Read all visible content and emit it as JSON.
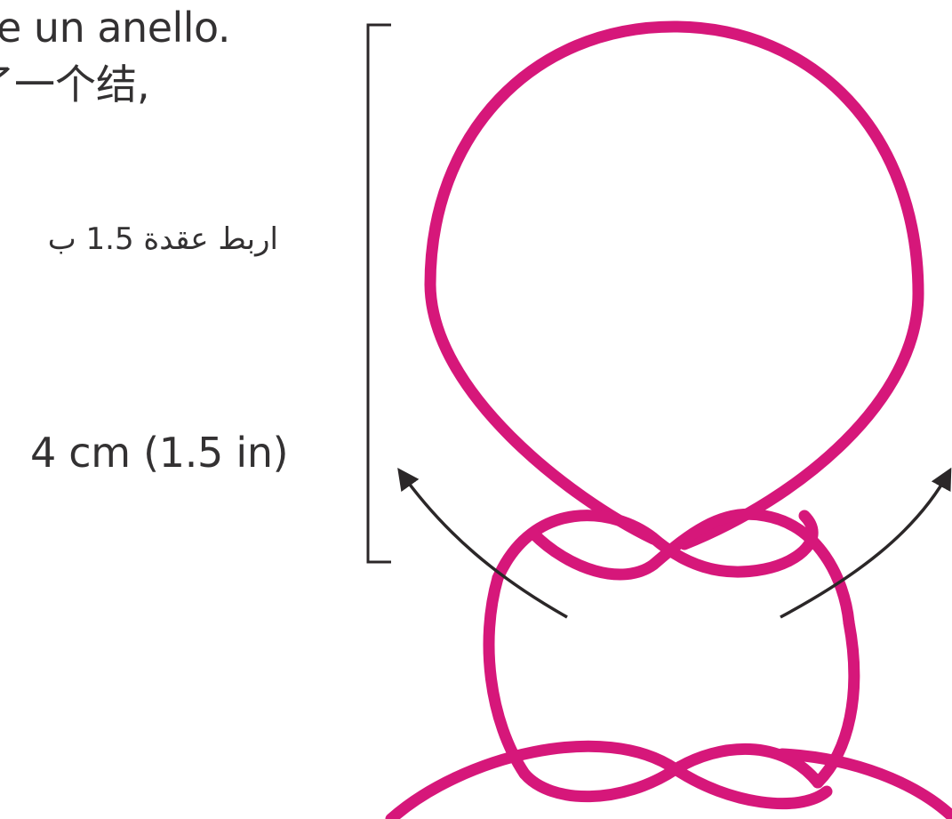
{
  "instructions": {
    "italian_fragment": "e un anello.",
    "chinese_fragment": "了一个结,",
    "arabic_fragment": "اربط عقدة 1.5 ب"
  },
  "measurement": {
    "label": "4 cm (1.5 in)"
  },
  "colors": {
    "cord": "#d6177a",
    "ink": "#2b2728",
    "text": "#333132",
    "background": "#ffffff"
  },
  "icons": {
    "arrow_left": "curved-arrow-up-left-icon",
    "arrow_right": "curved-arrow-up-right-icon"
  }
}
